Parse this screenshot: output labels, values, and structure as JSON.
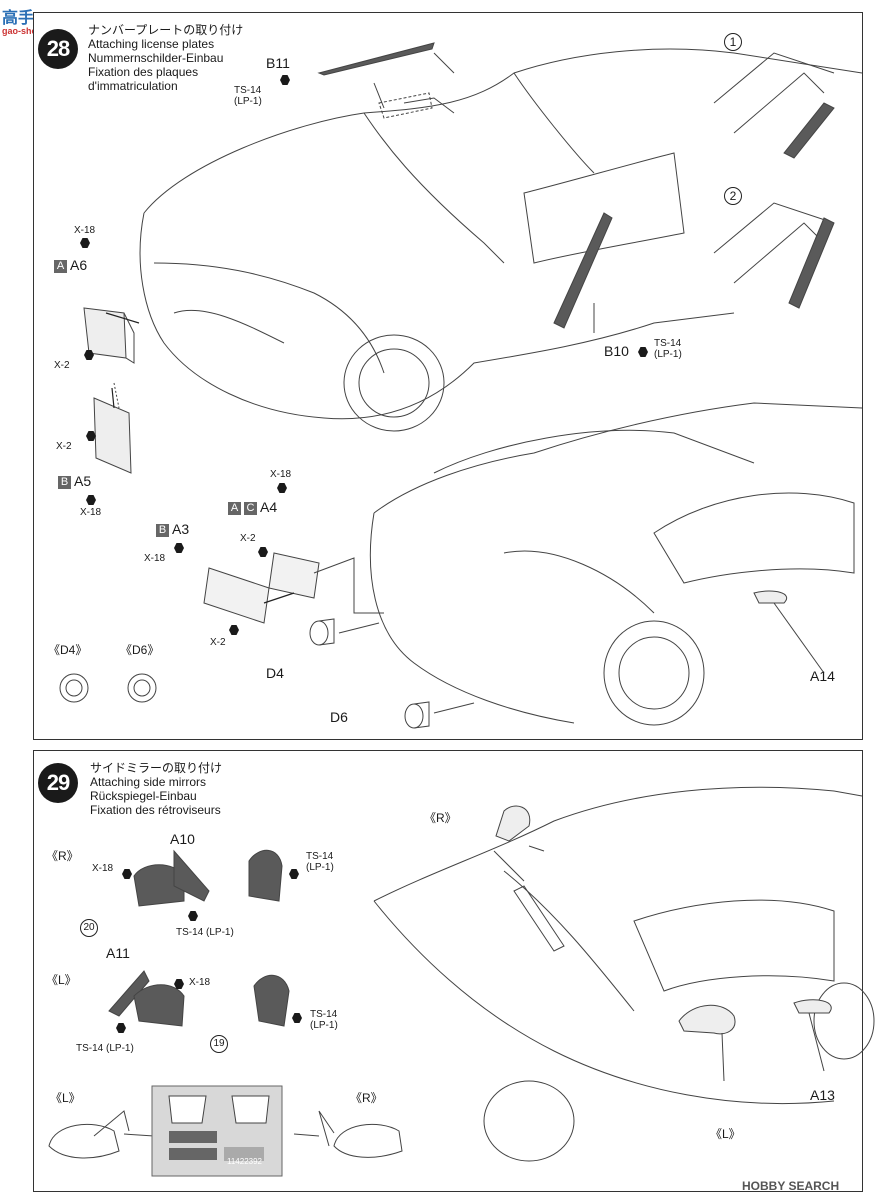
{
  "watermark_top": {
    "logo": "高手",
    "site": "gao-shou.com"
  },
  "step28": {
    "number": "28",
    "title_jp": "ナンバープレートの取り付け",
    "title_en": "Attaching license plates",
    "title_de": "Nummernschilder-Einbau",
    "title_fr_1": "Fixation des plaques",
    "title_fr_2": "d'immatriculation",
    "parts": {
      "b11": "B11",
      "ts14_a": "TS-14",
      "lp1_a": "(LP-1)",
      "x18_a": "X-18",
      "tag_a6": "A",
      "a6": "A6",
      "x2_a": "X-2",
      "x2_b": "X-2",
      "tag_a5": "B",
      "a5": "A5",
      "x18_b": "X-18",
      "x18_c": "X-18",
      "tag_a4_1": "A",
      "tag_a4_2": "C",
      "a4": "A4",
      "x2_c": "X-2",
      "tag_a3": "B",
      "a3": "A3",
      "x18_d": "X-18",
      "x2_d": "X-2",
      "b10": "B10",
      "ts14_b": "TS-14",
      "lp1_b": "(LP-1)",
      "d4_label": "《D4》",
      "d6_label": "《D6》",
      "d4": "D4",
      "d6": "D6",
      "a14": "A14",
      "sub1": "1",
      "sub2": "2"
    }
  },
  "step29": {
    "number": "29",
    "title_jp": "サイドミラーの取り付け",
    "title_en": "Attaching side mirrors",
    "title_de": "Rückspiegel-Einbau",
    "title_fr": "Fixation des rétroviseurs",
    "parts": {
      "r_left": "《R》",
      "x18_a": "X-18",
      "a10": "A10",
      "ts14_lp1_a": "TS-14 (LP-1)",
      "num20": "20",
      "ts14_a": "TS-14",
      "lp1_a": "(LP-1)",
      "l_left": "《L》",
      "a11": "A11",
      "x18_b": "X-18",
      "ts14_lp1_b": "TS-14 (LP-1)",
      "num19": "19",
      "ts14_b": "TS-14",
      "lp1_b": "(LP-1)",
      "r_car": "《R》",
      "a13": "A13",
      "l_car": "《L》",
      "l_bottom": "《L》",
      "r_bottom": "《R》",
      "decal_code": "11422392"
    }
  },
  "watermark_bottom": "HOBBY SEARCH",
  "colors": {
    "ink": "#1a1a1a",
    "tag_gray": "#666666",
    "part_fill": "#5a5a5a"
  }
}
